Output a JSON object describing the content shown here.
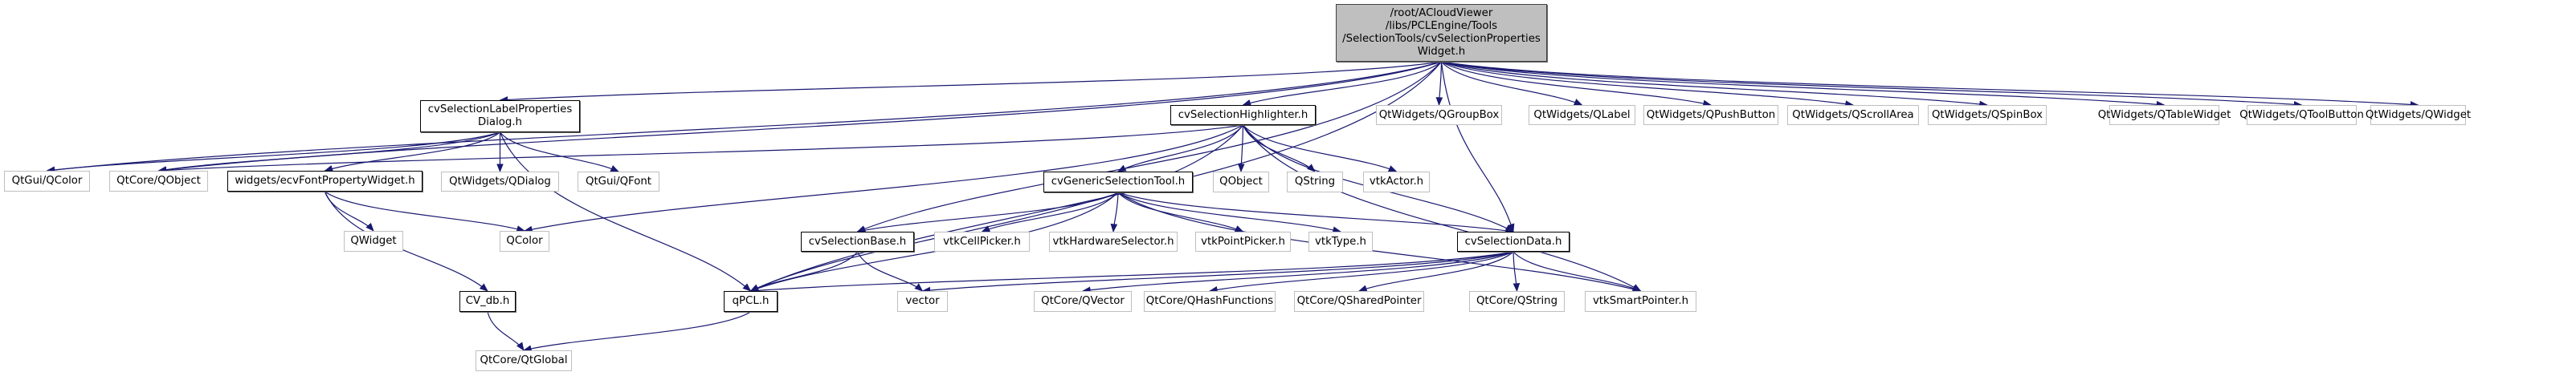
{
  "graph": {
    "title": "Include dependency graph for cvSelectionPropertiesWidget.h",
    "edge_color": "#191970",
    "root": {
      "id": "root",
      "lines": [
        "/root/ACloudViewer",
        "/libs/PCLEngine/Tools",
        "/SelectionTools/cvSelectionProperties",
        "Widget.h"
      ]
    },
    "nodes": [
      {
        "id": "labeldlg",
        "label": "cvSelectionLabelProperties\nDialog.h",
        "kind": "local"
      },
      {
        "id": "highlighter",
        "label": "cvSelectionHighlighter.h",
        "kind": "local"
      },
      {
        "id": "qgroupbox",
        "label": "QtWidgets/QGroupBox",
        "kind": "ext"
      },
      {
        "id": "qlabel",
        "label": "QtWidgets/QLabel",
        "kind": "ext"
      },
      {
        "id": "qpushbutton",
        "label": "QtWidgets/QPushButton",
        "kind": "ext"
      },
      {
        "id": "qscrollarea",
        "label": "QtWidgets/QScrollArea",
        "kind": "ext"
      },
      {
        "id": "qspinbox",
        "label": "QtWidgets/QSpinBox",
        "kind": "ext"
      },
      {
        "id": "qtablewidget",
        "label": "QtWidgets/QTableWidget",
        "kind": "ext"
      },
      {
        "id": "qtoolbutton",
        "label": "QtWidgets/QToolButton",
        "kind": "ext"
      },
      {
        "id": "qwidget_w",
        "label": "QtWidgets/QWidget",
        "kind": "ext"
      },
      {
        "id": "qguiqcolor",
        "label": "QtGui/QColor",
        "kind": "ext"
      },
      {
        "id": "qcoreqobject",
        "label": "QtCore/QObject",
        "kind": "ext"
      },
      {
        "id": "fontwidget",
        "label": "widgets/ecvFontPropertyWidget.h",
        "kind": "local"
      },
      {
        "id": "qdialog",
        "label": "QtWidgets/QDialog",
        "kind": "ext"
      },
      {
        "id": "qfont",
        "label": "QtGui/QFont",
        "kind": "ext"
      },
      {
        "id": "generictool",
        "label": "cvGenericSelectionTool.h",
        "kind": "local"
      },
      {
        "id": "qobject",
        "label": "QObject",
        "kind": "ext"
      },
      {
        "id": "qstring",
        "label": "QString",
        "kind": "ext"
      },
      {
        "id": "vtkactor",
        "label": "vtkActor.h",
        "kind": "ext"
      },
      {
        "id": "qwidget",
        "label": "QWidget",
        "kind": "ext"
      },
      {
        "id": "qcolor",
        "label": "QColor",
        "kind": "ext"
      },
      {
        "id": "selbase",
        "label": "cvSelectionBase.h",
        "kind": "local"
      },
      {
        "id": "vtkcellpicker",
        "label": "vtkCellPicker.h",
        "kind": "ext"
      },
      {
        "id": "vtkhwsel",
        "label": "vtkHardwareSelector.h",
        "kind": "ext"
      },
      {
        "id": "vtkpointpicker",
        "label": "vtkPointPicker.h",
        "kind": "ext"
      },
      {
        "id": "vtktype",
        "label": "vtkType.h",
        "kind": "ext"
      },
      {
        "id": "seldata",
        "label": "cvSelectionData.h",
        "kind": "local"
      },
      {
        "id": "cvdb",
        "label": "CV_db.h",
        "kind": "local"
      },
      {
        "id": "qpcl",
        "label": "qPCL.h",
        "kind": "local"
      },
      {
        "id": "vector",
        "label": "vector",
        "kind": "ext"
      },
      {
        "id": "qvector",
        "label": "QtCore/QVector",
        "kind": "ext"
      },
      {
        "id": "qhashfn",
        "label": "QtCore/QHashFunctions",
        "kind": "ext"
      },
      {
        "id": "qsharedptr",
        "label": "QtCore/QSharedPointer",
        "kind": "ext"
      },
      {
        "id": "qcoreqstring",
        "label": "QtCore/QString",
        "kind": "ext"
      },
      {
        "id": "vtksmartptr",
        "label": "vtkSmartPointer.h",
        "kind": "ext"
      },
      {
        "id": "qtglobal",
        "label": "QtCore/QtGlobal",
        "kind": "ext"
      }
    ],
    "edges": [
      [
        "root",
        "labeldlg"
      ],
      [
        "root",
        "highlighter"
      ],
      [
        "root",
        "qgroupbox"
      ],
      [
        "root",
        "qlabel"
      ],
      [
        "root",
        "qpushbutton"
      ],
      [
        "root",
        "qscrollarea"
      ],
      [
        "root",
        "qspinbox"
      ],
      [
        "root",
        "qtablewidget"
      ],
      [
        "root",
        "qtoolbutton"
      ],
      [
        "root",
        "qwidget_w"
      ],
      [
        "root",
        "qguiqcolor"
      ],
      [
        "root",
        "qcoreqobject"
      ],
      [
        "root",
        "qpcl"
      ],
      [
        "root",
        "selbase"
      ],
      [
        "root",
        "seldata"
      ],
      [
        "labeldlg",
        "qguiqcolor"
      ],
      [
        "labeldlg",
        "qcoreqobject"
      ],
      [
        "labeldlg",
        "fontwidget"
      ],
      [
        "labeldlg",
        "qdialog"
      ],
      [
        "labeldlg",
        "qfont"
      ],
      [
        "labeldlg",
        "qpcl"
      ],
      [
        "fontwidget",
        "qwidget"
      ],
      [
        "fontwidget",
        "qcolor"
      ],
      [
        "fontwidget",
        "cvdb"
      ],
      [
        "cvdb",
        "qtglobal"
      ],
      [
        "highlighter",
        "qcoreqobject"
      ],
      [
        "highlighter",
        "generictool"
      ],
      [
        "highlighter",
        "qobject"
      ],
      [
        "highlighter",
        "qstring"
      ],
      [
        "highlighter",
        "vtkactor"
      ],
      [
        "highlighter",
        "qcolor"
      ],
      [
        "highlighter",
        "qpcl"
      ],
      [
        "highlighter",
        "seldata"
      ],
      [
        "highlighter",
        "vtksmartptr"
      ],
      [
        "generictool",
        "selbase"
      ],
      [
        "generictool",
        "vtkcellpicker"
      ],
      [
        "generictool",
        "vtkhwsel"
      ],
      [
        "generictool",
        "vtkpointpicker"
      ],
      [
        "generictool",
        "vtktype"
      ],
      [
        "generictool",
        "seldata"
      ],
      [
        "generictool",
        "vtksmartptr"
      ],
      [
        "generictool",
        "qpcl"
      ],
      [
        "selbase",
        "qpcl"
      ],
      [
        "selbase",
        "vector"
      ],
      [
        "seldata",
        "qpcl"
      ],
      [
        "seldata",
        "vector"
      ],
      [
        "seldata",
        "qvector"
      ],
      [
        "seldata",
        "qhashfn"
      ],
      [
        "seldata",
        "qsharedptr"
      ],
      [
        "seldata",
        "qcoreqstring"
      ],
      [
        "seldata",
        "vtksmartptr"
      ],
      [
        "qpcl",
        "qtglobal"
      ]
    ]
  }
}
